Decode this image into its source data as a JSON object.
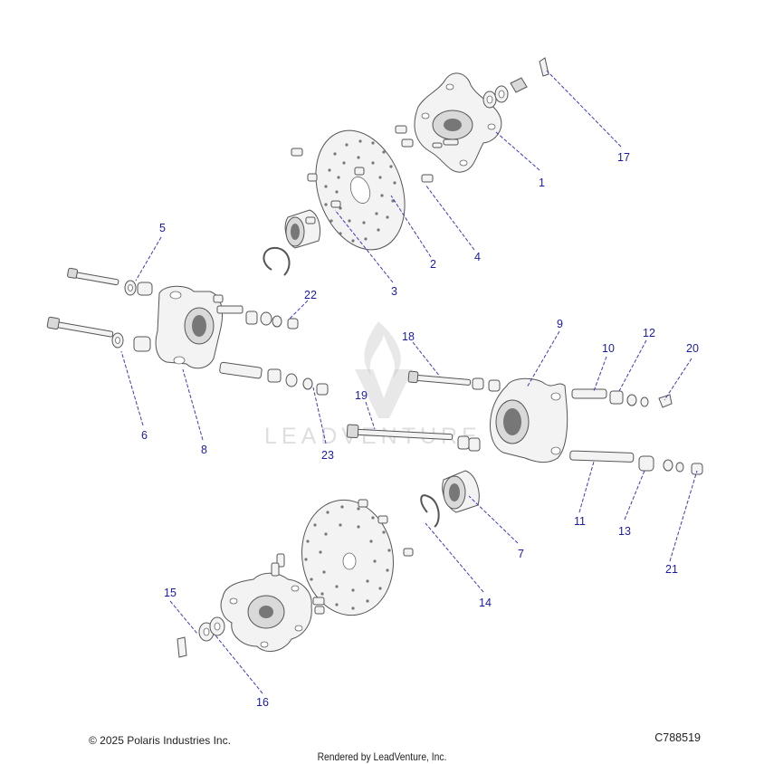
{
  "watermark": {
    "text": "LEADVENTURE"
  },
  "footer": {
    "copyright": "© 2025 Polaris Industries Inc.",
    "diagram_id": "C788519",
    "rendered_by": "Rendered by LeadVenture, Inc."
  },
  "callouts": [
    {
      "num": "1"
    },
    {
      "num": "2"
    },
    {
      "num": "3"
    },
    {
      "num": "4"
    },
    {
      "num": "5"
    },
    {
      "num": "6"
    },
    {
      "num": "7"
    },
    {
      "num": "8"
    },
    {
      "num": "9"
    },
    {
      "num": "10"
    },
    {
      "num": "11"
    },
    {
      "num": "12"
    },
    {
      "num": "13"
    },
    {
      "num": "14"
    },
    {
      "num": "15"
    },
    {
      "num": "16"
    },
    {
      "num": "17"
    },
    {
      "num": "18"
    },
    {
      "num": "19"
    },
    {
      "num": "20"
    },
    {
      "num": "21"
    },
    {
      "num": "22"
    },
    {
      "num": "23"
    }
  ]
}
